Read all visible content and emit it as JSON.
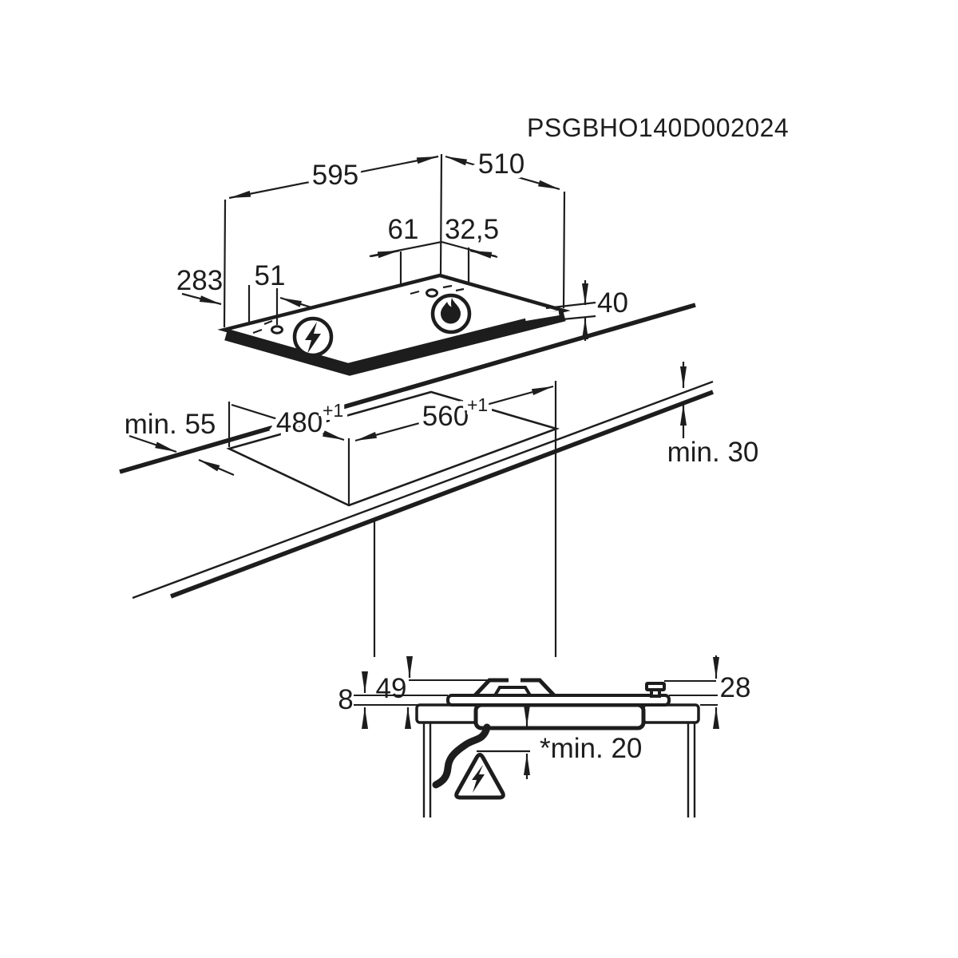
{
  "meta": {
    "part_number": "PSGBHO140D002024"
  },
  "colors": {
    "line": "#1d1d1d",
    "background": "#ffffff"
  },
  "top_view": {
    "width": "595",
    "depth": "510",
    "burner_offset_a": "61",
    "burner_offset_b": "32,5",
    "ignition_offset": "283",
    "ignition_spacing": "51",
    "hob_height": "40",
    "gas_burner_icon": "flame-icon",
    "ignition_icon": "lightning-icon"
  },
  "cutout_view": {
    "cutout_depth": "480",
    "cutout_depth_tolerance": "+1",
    "cutout_width": "560",
    "cutout_width_tolerance": "+1",
    "rear_clearance": "min. 55",
    "worktop_thickness": "min. 30"
  },
  "section_view": {
    "glass_thickness": "8",
    "height_above_worktop": "49",
    "knob_height": "28",
    "bottom_clearance": "*min. 20",
    "warning_icon": "electric-warning-icon"
  }
}
